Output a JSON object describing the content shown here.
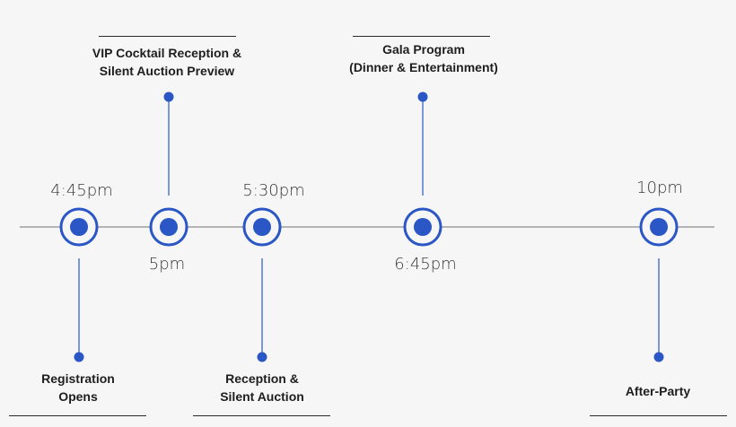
{
  "colors": {
    "accent": "#2a56c6",
    "axis": "#9e9e9e",
    "text": "#1e1e1e",
    "background": "#f6f6f6"
  },
  "events": [
    {
      "time": "4:45pm",
      "label": [
        "Registration",
        "Opens"
      ]
    },
    {
      "time": "5pm",
      "label": [
        "VIP Cocktail Reception &",
        "Silent Auction Preview"
      ]
    },
    {
      "time": "5:30pm",
      "label": [
        "Reception &",
        "Silent Auction"
      ]
    },
    {
      "time": "6:45pm",
      "label": [
        "Gala Program",
        "(Dinner & Entertainment)"
      ]
    },
    {
      "time": "10pm",
      "label": [
        "After-Party"
      ]
    }
  ]
}
